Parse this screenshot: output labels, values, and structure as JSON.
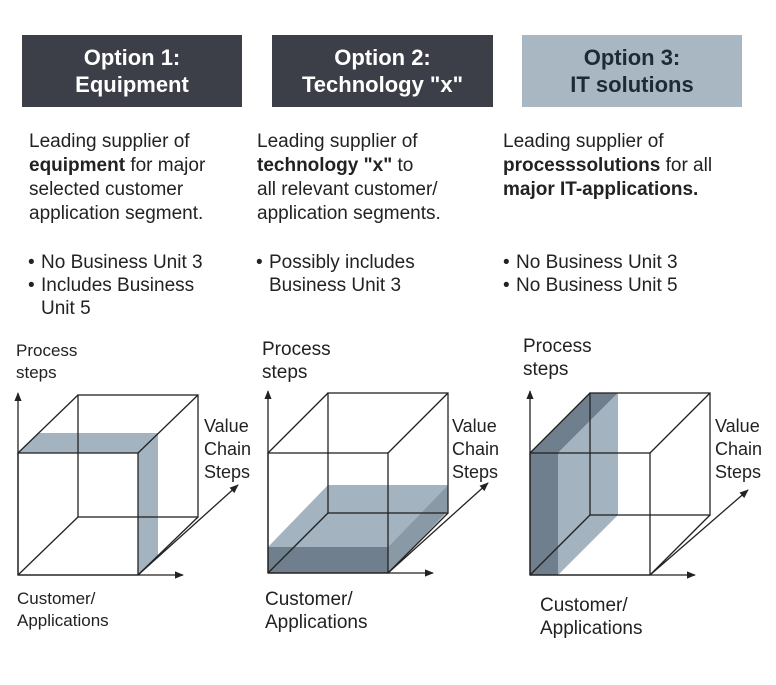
{
  "options": [
    {
      "title_line1": "Option 1:",
      "title_line2": "Equipment",
      "desc": {
        "l1_a": "Leading supplier of",
        "l2_bold": "equipment",
        "l2_rest": " for major",
        "l3": "selected customer",
        "l4": "application segment."
      },
      "bullets": [
        "No Business Unit 3",
        "Includes Business Unit 5"
      ]
    },
    {
      "title_line1": "Option 2:",
      "title_line2": "Technology \"x\"",
      "desc": {
        "l1_a": "Leading supplier of",
        "l2_bold": "technology \"x\"",
        "l2_rest": " to",
        "l3": "all relevant customer/",
        "l4": "application segments."
      },
      "bullets": [
        "Possibly includes Business Unit 3"
      ]
    },
    {
      "title_line1": "Option 3:",
      "title_line2": "IT solutions",
      "desc": {
        "l1_a": "Leading supplier of",
        "l2_bold": "processsolutions",
        "l2_rest": " for all",
        "l3_bold": "major IT-applications."
      },
      "bullets": [
        "No Business Unit 3",
        "No Business Unit 5"
      ]
    }
  ],
  "axes": {
    "y_line1": "Process",
    "y_line2": "steps",
    "z_line1": "Value",
    "z_line2": "Chain",
    "z_line3": "Steps",
    "x_line1": "Customer/",
    "x_line2": "Applications"
  },
  "colors": {
    "dark_header": "#3c3f47",
    "light_header": "#a9b7c3",
    "highlight": "#a3b3bf",
    "highlight_dark": "#6f7f8d"
  }
}
